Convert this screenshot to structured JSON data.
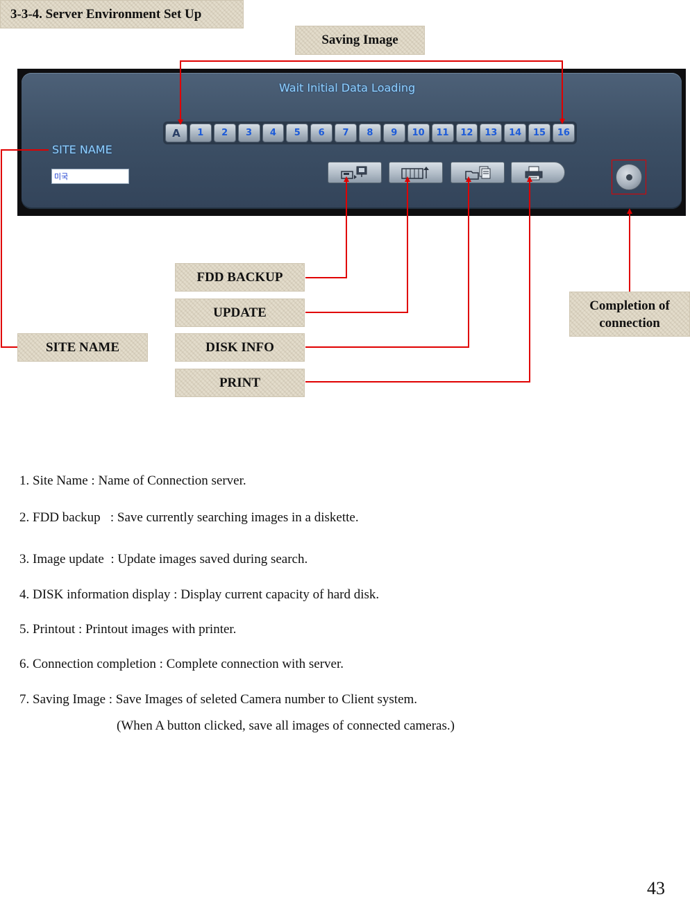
{
  "section_title": "3-3-4. Server Environment Set Up",
  "callouts": {
    "saving_image": "Saving Image",
    "fdd_backup": "FDD BACKUP",
    "update": "UPDATE",
    "disk_info": "DISK INFO",
    "print": "PRINT",
    "site_name": "SITE NAME",
    "completion": [
      "Completion of",
      "connection"
    ]
  },
  "app": {
    "status_text": "Wait Initial Data Loading",
    "camera_buttons": [
      "A",
      "1",
      "2",
      "3",
      "4",
      "5",
      "6",
      "7",
      "8",
      "9",
      "10",
      "11",
      "12",
      "13",
      "14",
      "15",
      "16"
    ],
    "site_name_heading": "SITE NAME",
    "site_name_value": "미국",
    "tool_icons": [
      "floppy-backup-icon",
      "update-icon",
      "disk-info-icon",
      "printer-icon"
    ],
    "connect_icon": "power-knob-icon",
    "colors": {
      "panel": "#3d5066",
      "label_text": "#8fd0ff",
      "connector": "#e00000",
      "button_text": "#1d5bd8"
    }
  },
  "descriptions": [
    "1. Site Name : Name of Connection server.",
    "2. FDD backup   : Save currently searching images in a diskette.",
    "3. Image update  : Update images saved during search.",
    "4. DISK information display : Display current capacity of hard disk.",
    "5. Printout : Printout images with printer.",
    "6. Connection completion : Complete connection with server.",
    "7. Saving Image : Save Images of seleted Camera number to Client system.",
    "(When A button clicked, save all images of connected cameras.)"
  ],
  "page_number": "43"
}
